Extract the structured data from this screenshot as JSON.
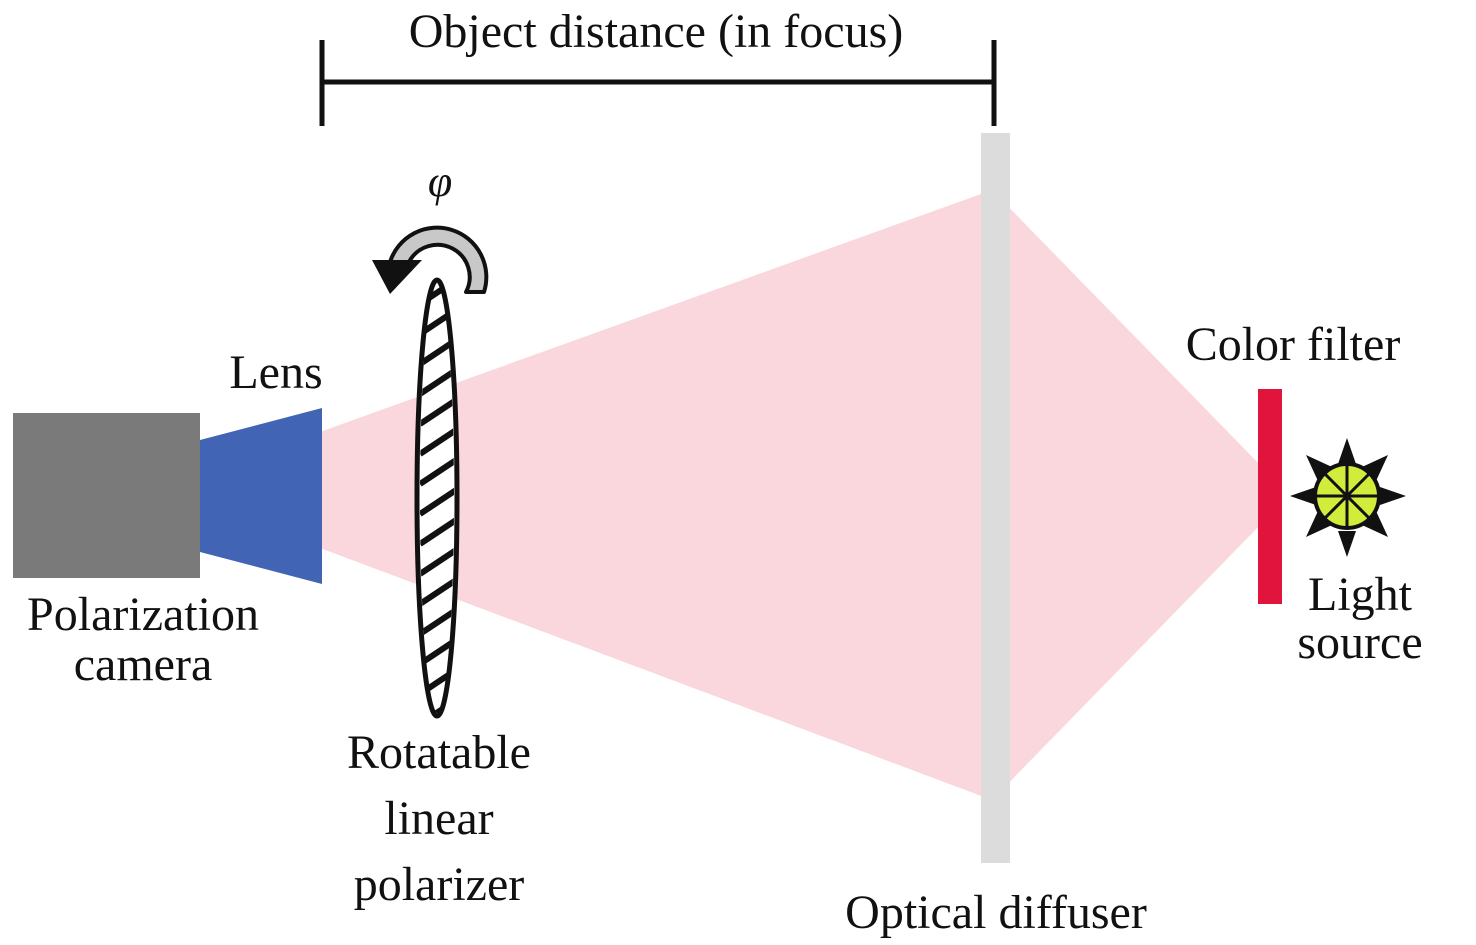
{
  "labels": {
    "object_distance": "Object distance (in focus)",
    "phi": "φ",
    "lens": "Lens",
    "camera_line1": "Polarization",
    "camera_line2": "camera",
    "polarizer_line1": "Rotatable",
    "polarizer_line2": "linear",
    "polarizer_line3": "polarizer",
    "diffuser": "Optical diffuser",
    "color_filter": "Color filter",
    "light_line1": "Light",
    "light_line2": "source"
  },
  "colors": {
    "camera": "#7a7a7a",
    "lens": "#4164b4",
    "beam": "#fad7dc",
    "diffuser": "#dcdcdc",
    "filter": "#e0143c",
    "light_source": "#d2ec3c",
    "arrow": "#c8c8c8"
  }
}
